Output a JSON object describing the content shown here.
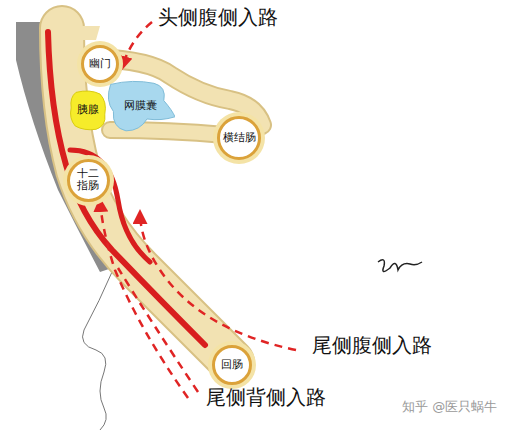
{
  "diagram": {
    "nodes": [
      {
        "text": [
          "幽门"
        ]
      },
      {
        "text": [
          "胰腺"
        ]
      },
      {
        "text": [
          "网膜囊"
        ]
      },
      {
        "text": [
          "十二指肠"
        ]
      },
      {
        "text": [
          "横结肠"
        ]
      },
      {
        "text": [
          "回肠"
        ]
      }
    ],
    "labels": [
      "头侧腹侧入路",
      "尾侧腹侧入路",
      "尾侧背侧入路",
      "知乎 @医只蜗牛"
    ]
  }
}
